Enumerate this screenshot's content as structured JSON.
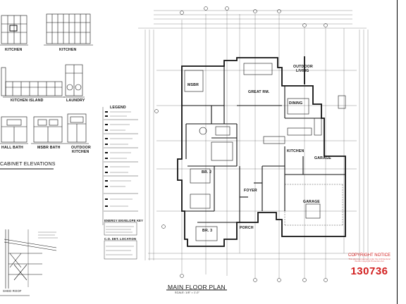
{
  "sheet": {
    "detail_titles": {
      "kitchen_1": "KITCHEN",
      "kitchen_2": "KITCHEN",
      "kitchen_island": "KITCHEN ISLAND",
      "laundry": "LAUNDRY",
      "hall_bath": "HALL BATH",
      "msbr_bath": "MSBR BATH",
      "outdoor_kitchen_1": "OUTDOOR",
      "outdoor_kitchen_2": "KITCHEN",
      "cabinet_elevations": "CABINET ELEVATIONS",
      "shed_roof": "SHED ROOF"
    },
    "legend_title": "LEGEND",
    "energy_title": "ENERGY ENVELOPE KEY",
    "co_det_title": "C.O. DET. LOCATION",
    "rooms": {
      "msbr": "MSBR",
      "great_rm": "GREAT RM.",
      "outdoor": "OUTDOOR",
      "living": "LIVING",
      "dining": "DINING",
      "kitchen": "KITCHEN",
      "garage_1": "GARAGE",
      "garage_2": "GARAGE",
      "br2": "BR. 2",
      "br3": "BR. 3",
      "foyer": "FOYER",
      "porch": "PORCH"
    },
    "plan_title": "MAIN FLOOR PLAN",
    "plan_scale": "SCALE: 1/8\" = 1'-0\""
  },
  "copyright": {
    "title": "COPYRIGHT NOTICE",
    "subtitle": "This plan is protected under the Architectural Works Copyright Protection Act",
    "plan_number": "130736"
  },
  "colors": {
    "line": "#111111",
    "copyright_red": "#d21f1f"
  }
}
